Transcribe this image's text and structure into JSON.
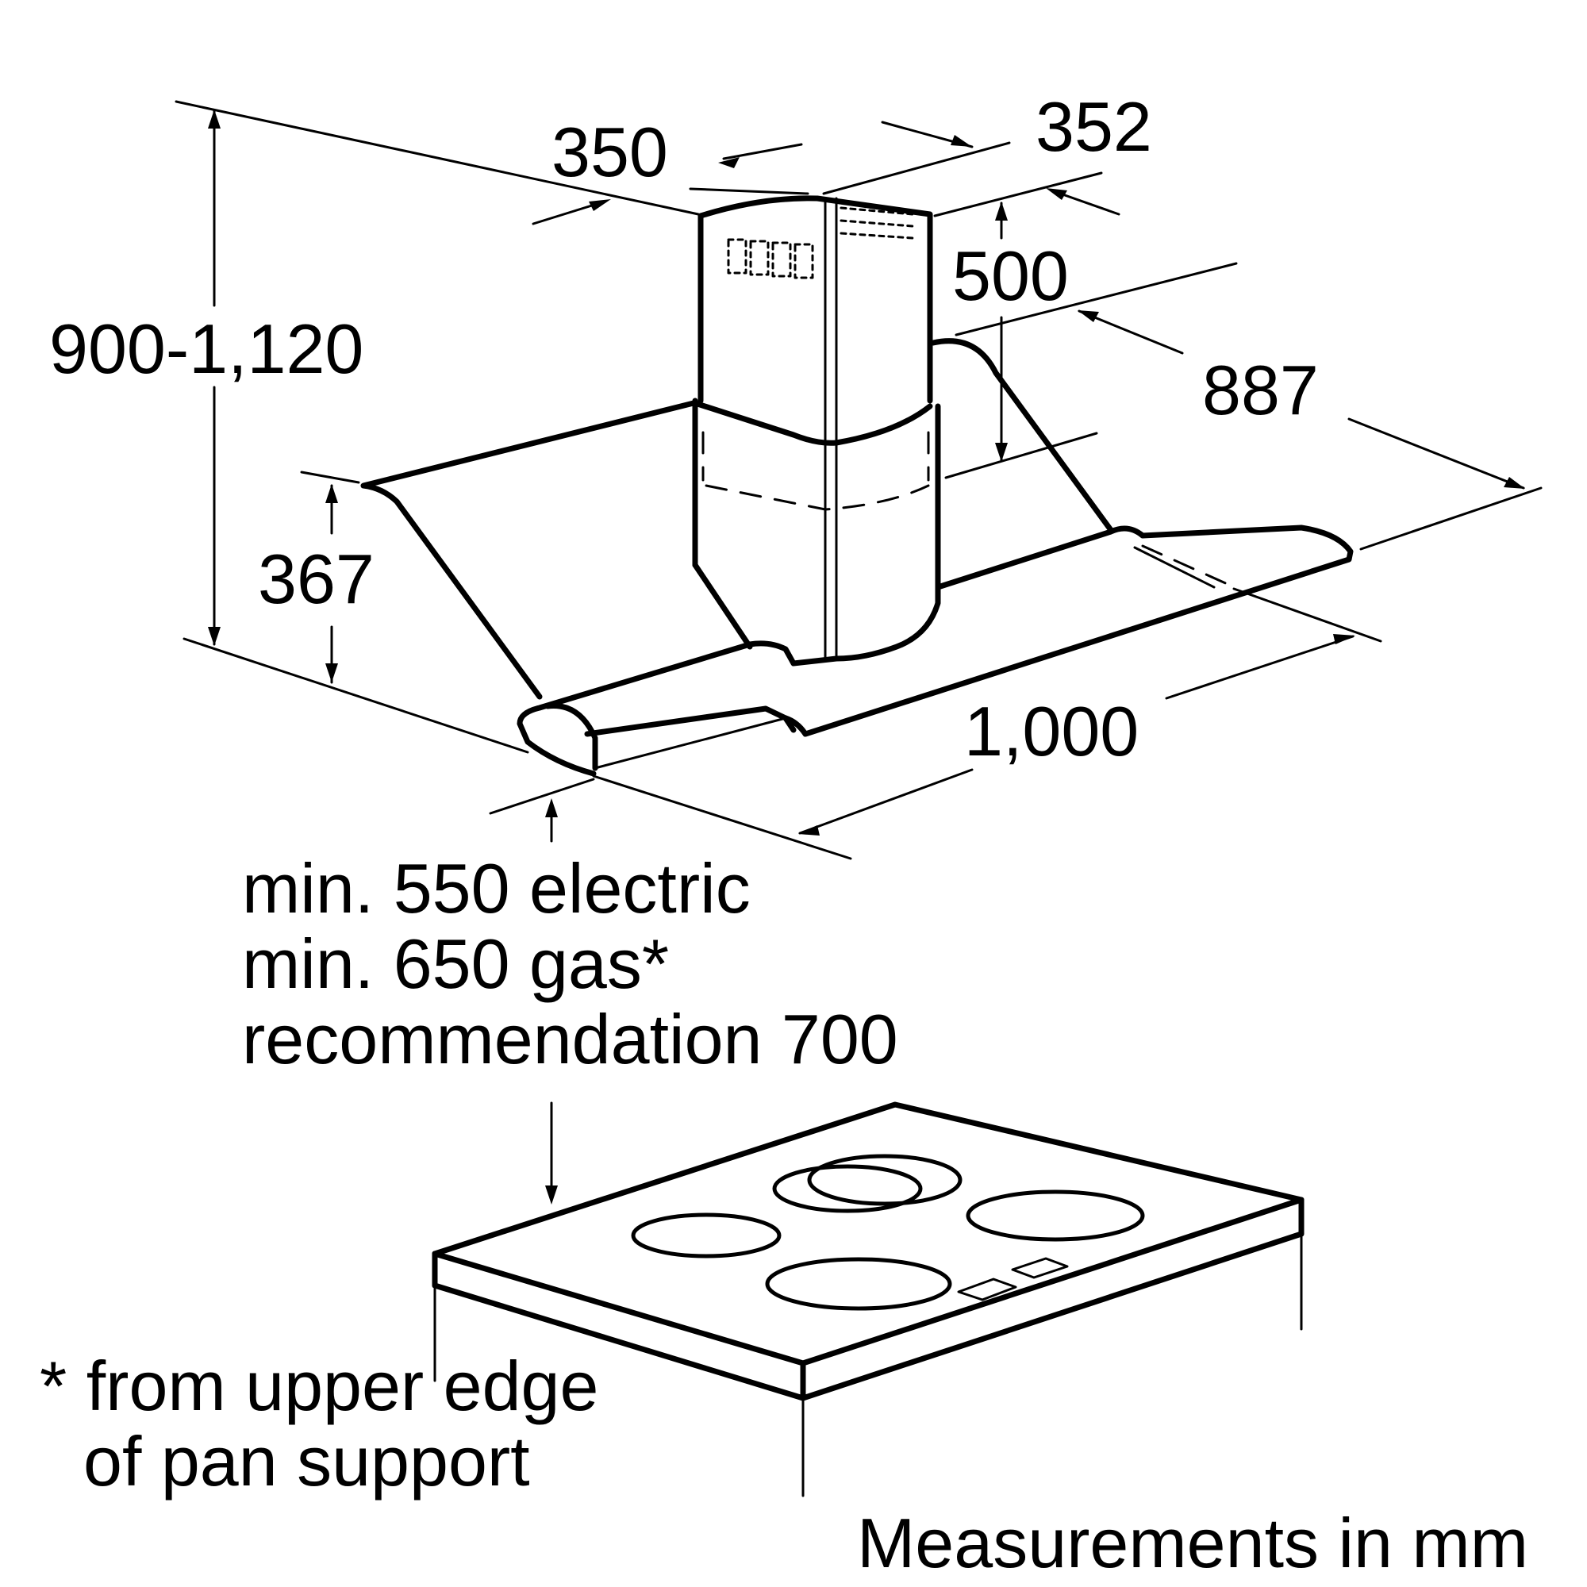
{
  "dimensions": {
    "overall_height": "900-1,120",
    "chimney_width": "350",
    "chimney_depth": "352",
    "top_offset": "500",
    "canopy_depth": "887",
    "canopy_height": "367",
    "canopy_width": "1,000"
  },
  "clearance_note": {
    "line1": "min. 550 electric",
    "line2": "min. 650 gas*",
    "line3": "recommendation 700"
  },
  "footnote": {
    "line1": "* from upper edge",
    "line2": "of pan support"
  },
  "units_note": "Measurements in mm"
}
